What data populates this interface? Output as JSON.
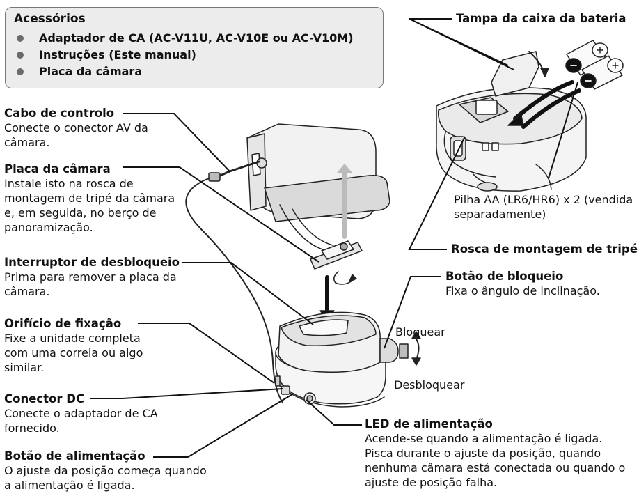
{
  "accessories": {
    "title": "Acessórios",
    "items": [
      "Adaptador de CA (AC-V11U, AC-V10E ou AC-V10M)",
      "Instruções (Este manual)",
      "Placa da câmara"
    ]
  },
  "labels": {
    "cabo": {
      "title": "Cabo de controlo",
      "desc": "Conecte o conector AV da câmara."
    },
    "placa": {
      "title": "Placa da câmara",
      "desc": "Instale isto na rosca de montagem de tripé da câmara e, em seguida, no berço de panoramização."
    },
    "interruptor": {
      "title": "Interruptor de desbloqueio",
      "desc": "Prima para remover a placa da câmara."
    },
    "orificio": {
      "title": "Orifício de fixação",
      "desc": "Fixe a unidade completa com uma correia ou algo similar."
    },
    "conector": {
      "title": "Conector DC",
      "desc": "Conecte o adaptador de CA fornecido."
    },
    "botao_alim": {
      "title": "Botão de alimentação",
      "desc": "O ajuste da posição começa quando a alimentação é ligada."
    },
    "tampa": {
      "title": "Tampa da caixa da bateria"
    },
    "pilha": {
      "desc": "Pilha AA (LR6/HR6) x 2 (vendida separadamente)"
    },
    "rosca": {
      "title": "Rosca de montagem de tripé"
    },
    "botao_bloq": {
      "title": "Botão de bloqueio",
      "desc": "Fixa o ângulo de inclinação."
    },
    "bloquear": "Bloquear",
    "desbloquear": "Desbloquear",
    "led": {
      "title": "LED de alimentação",
      "desc": "Acende-se quando a alimentação é ligada. Pisca durante o ajuste da posição, quando nenhuma câmara está conectada ou quando o ajuste de posição falha."
    }
  }
}
